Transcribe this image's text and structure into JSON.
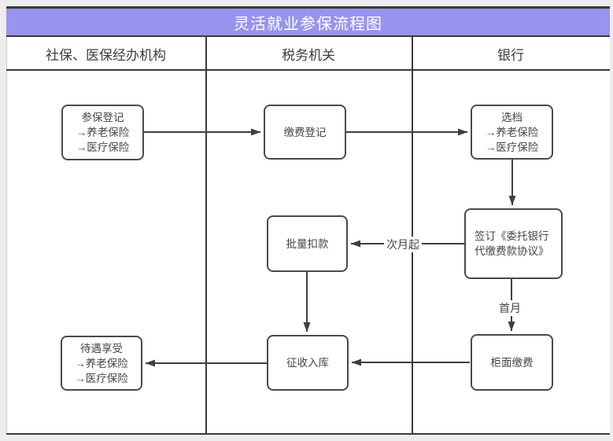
{
  "title": "灵活就业参保流程图",
  "lanes": [
    {
      "label": "社保、医保经办机构"
    },
    {
      "label": "税务机关"
    },
    {
      "label": "银行"
    }
  ],
  "nodes": [
    {
      "id": "enroll",
      "lines": [
        "参保登记",
        "→养老保险",
        "→医疗保险"
      ]
    },
    {
      "id": "pay-register",
      "lines": [
        "缴费登记"
      ]
    },
    {
      "id": "tier-select",
      "lines": [
        "选档",
        "→养老保险",
        "→医疗保险"
      ]
    },
    {
      "id": "sign-agreement",
      "lines": [
        "签订《委托银行",
        "代缴费款协议》"
      ]
    },
    {
      "id": "batch-deduct",
      "lines": [
        "批量扣款"
      ]
    },
    {
      "id": "counter-pay",
      "lines": [
        "柜面缴费"
      ]
    },
    {
      "id": "collect",
      "lines": [
        "征收入库"
      ]
    },
    {
      "id": "benefit",
      "lines": [
        "待遇享受",
        "→养老保险",
        "→医疗保险"
      ]
    }
  ],
  "edge_labels": {
    "next_month": "次月起",
    "first_month": "首月"
  },
  "colors": {
    "title_bg": "#9894ee",
    "title_text": "#ffffff",
    "grid_border": "#3a3a3a",
    "node_border": "#4a4a4a",
    "node_text": "#454545"
  }
}
